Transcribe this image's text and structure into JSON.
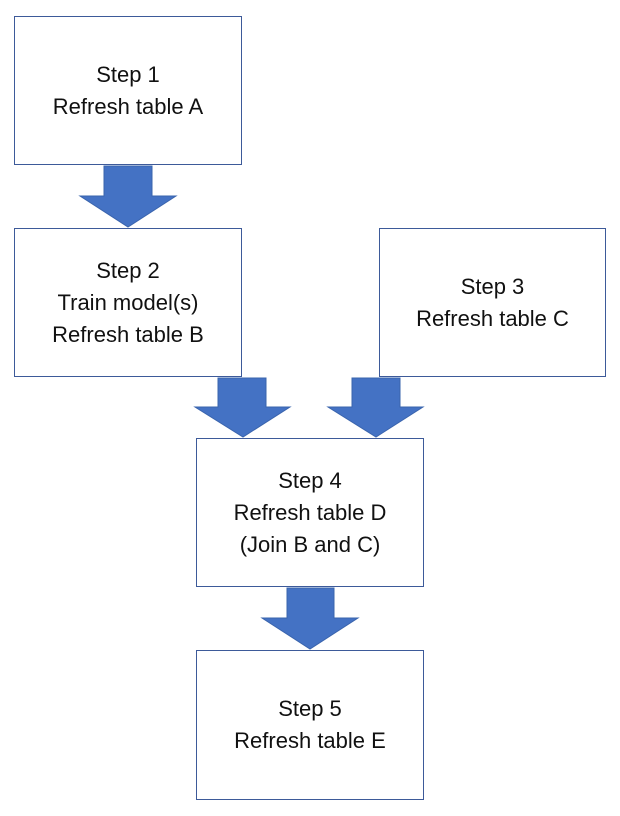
{
  "colors": {
    "box_border": "#3d5a99",
    "arrow_fill": "#4472c4",
    "arrow_stroke": "#3a64ad",
    "text": "#111111"
  },
  "steps": [
    {
      "id": "step-1",
      "lines": [
        "Step 1",
        "Refresh table A"
      ]
    },
    {
      "id": "step-2",
      "lines": [
        "Step 2",
        "Train model(s)",
        "Refresh table B"
      ]
    },
    {
      "id": "step-3",
      "lines": [
        "Step 3",
        "Refresh table C"
      ]
    },
    {
      "id": "step-4",
      "lines": [
        "Step 4",
        "Refresh table D",
        "(Join B and C)"
      ]
    },
    {
      "id": "step-5",
      "lines": [
        "Step 5",
        "Refresh table E"
      ]
    }
  ],
  "connections": [
    {
      "from": "step-1",
      "to": "step-2"
    },
    {
      "from": "step-2",
      "to": "step-4"
    },
    {
      "from": "step-3",
      "to": "step-4"
    },
    {
      "from": "step-4",
      "to": "step-5"
    }
  ]
}
